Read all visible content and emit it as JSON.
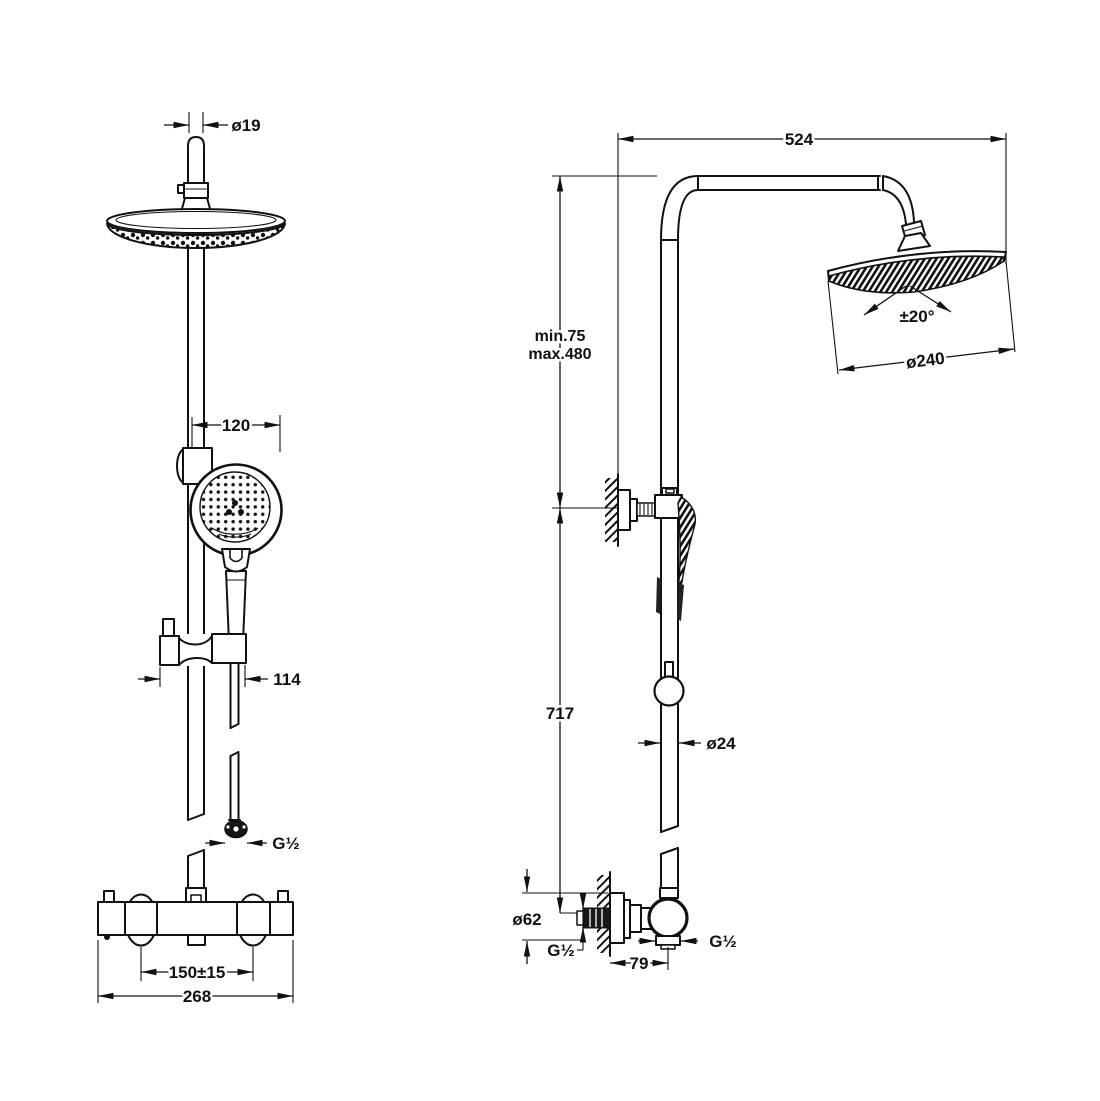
{
  "drawing": {
    "front_view": {
      "dim_head_pipe_dia": "ø19",
      "dim_handshower_dia": "120",
      "dim_slider_width": "114",
      "dim_hose_thread": "G½",
      "dim_valve_centers": "150±15",
      "dim_valve_width": "268"
    },
    "side_view": {
      "dim_arm_reach": "524",
      "dim_height_min": "min.75",
      "dim_height_max": "max.480",
      "dim_head_tilt": "±20°",
      "dim_head_dia": "ø240",
      "dim_rail_height": "717",
      "dim_rail_pipe_dia": "ø24",
      "dim_escutcheon_dia": "ø62",
      "dim_wall_thread": "G½",
      "dim_outlet_thread": "G½",
      "dim_wall_offset": "79"
    },
    "colors": {
      "line": "#111111",
      "background": "#ffffff"
    }
  }
}
